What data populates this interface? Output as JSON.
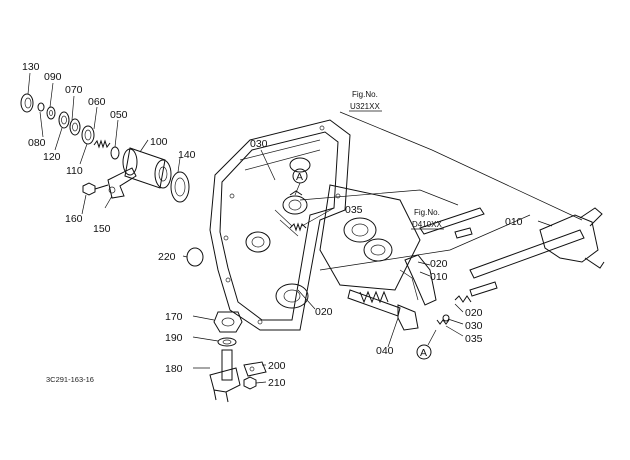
{
  "diagram": {
    "part_numbers": {
      "p130": "130",
      "p090": "090",
      "p070": "070",
      "p060": "060",
      "p050": "050",
      "p080": "080",
      "p120": "120",
      "p110": "110",
      "p100": "100",
      "p140": "140",
      "p160": "160",
      "p150": "150",
      "p030_top": "030",
      "p035_top": "035",
      "p220": "220",
      "p010_right": "010",
      "p020_mid_a": "020",
      "p010_mid": "010",
      "p020_center": "020",
      "p020_right": "020",
      "p030_right": "030",
      "p035_right": "035",
      "p040": "040",
      "p170": "170",
      "p190": "190",
      "p200": "200",
      "p180": "180",
      "p210": "210"
    },
    "references": {
      "fig1_label": "Fig.No.",
      "fig1_code": "U321XX",
      "fig2_label": "Fig.No.",
      "fig2_code": "D410XX"
    },
    "callouts": {
      "top": "A",
      "bottom": "A"
    },
    "drawing_code": "3C291-163-16"
  }
}
